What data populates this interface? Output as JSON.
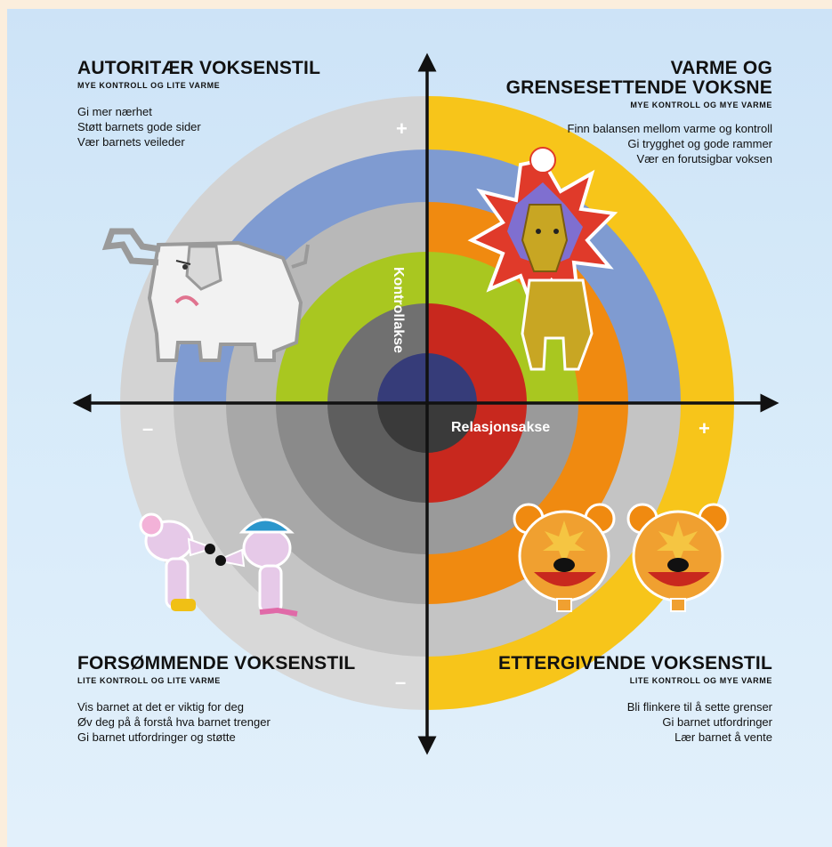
{
  "quadrants": {
    "top_left": {
      "title": "AUTORITÆR VOKSENSTIL",
      "subtitle": "MYE KONTROLL OG LITE VARME",
      "tips": [
        "Gi mer nærhet",
        "Støtt barnets gode sider",
        "Vær barnets veileder"
      ]
    },
    "top_right": {
      "title": "VARME OG\nGRENSESETTENDE VOKSNE",
      "subtitle": "MYE KONTROLL OG MYE VARME",
      "tips": [
        "Finn balansen mellom varme og kontroll",
        "Gi trygghet og gode rammer",
        "Vær en forutsigbar voksen"
      ]
    },
    "bottom_left": {
      "title": "FORSØMMENDE VOKSENSTIL",
      "subtitle": "LITE KONTROLL OG LITE VARME",
      "tips": [
        "Vis barnet at det er viktig for deg",
        "Øv deg på å forstå hva barnet trenger",
        "Gi barnet utfordringer og støtte"
      ]
    },
    "bottom_right": {
      "title": "ETTERGIVENDE VOKSENSTIL",
      "subtitle": "LITE KONTROLL OG MYE VARME",
      "tips": [
        "Bli flinkere til å sette grenser",
        "Gi barnet utfordringer",
        "Lær barnet å vente"
      ]
    }
  },
  "axes": {
    "vertical_label": "Kontrollakse",
    "horizontal_label": "Relasjonsakse",
    "plus": "+",
    "minus": "–"
  },
  "colors": {
    "ring_outer_warm": "#f7c51a",
    "ring_blue": "#7f9bd1",
    "ring_orange": "#f08a10",
    "ring_green": "#a9c720",
    "ring_red": "#c8281e",
    "center_navy": "#363c79",
    "gray_1": "#d3d3d3",
    "gray_2": "#b8b8b8",
    "gray_3": "#9b9b9b",
    "gray_4": "#707070",
    "gray_5": "#555555",
    "gray_6": "#3a3a3a"
  },
  "illustrations": [
    "elephant-icon",
    "lion-icon",
    "mice-icon",
    "teddy-bears-icon"
  ]
}
